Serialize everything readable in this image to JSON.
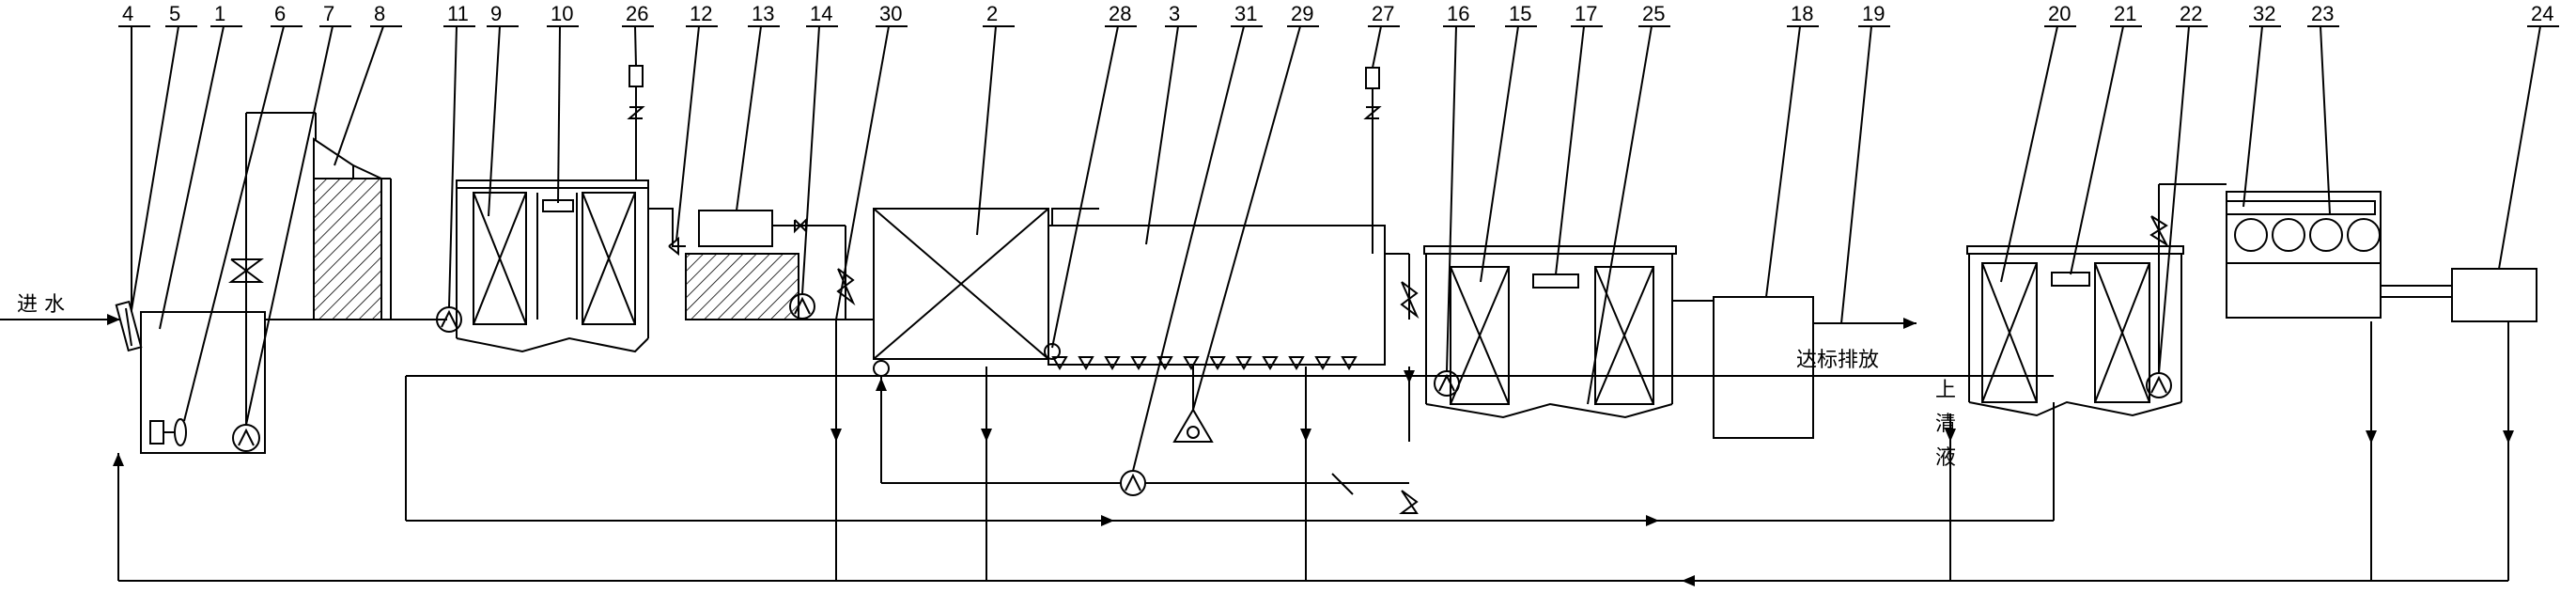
{
  "labels": {
    "callouts": [
      "4",
      "5",
      "1",
      "6",
      "7",
      "8",
      "11",
      "9",
      "10",
      "26",
      "12",
      "13",
      "14",
      "30",
      "2",
      "28",
      "3",
      "31",
      "29",
      "27",
      "16",
      "15",
      "17",
      "25",
      "18",
      "19",
      "20",
      "21",
      "22",
      "32",
      "23",
      "24"
    ],
    "inlet": "进 水",
    "discharge": "达标排放",
    "supernatant": [
      "上",
      "清",
      "液"
    ]
  }
}
